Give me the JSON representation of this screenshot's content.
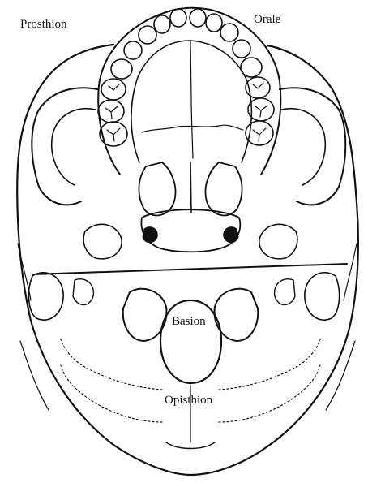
{
  "diagram": {
    "labels": {
      "prosthion": "Prosthion",
      "orale": "Orale",
      "basion": "Basion",
      "opisthion": "Opisthion"
    },
    "colors": {
      "line": "#111111",
      "background": "#ffffff",
      "shade": "#222222"
    }
  }
}
